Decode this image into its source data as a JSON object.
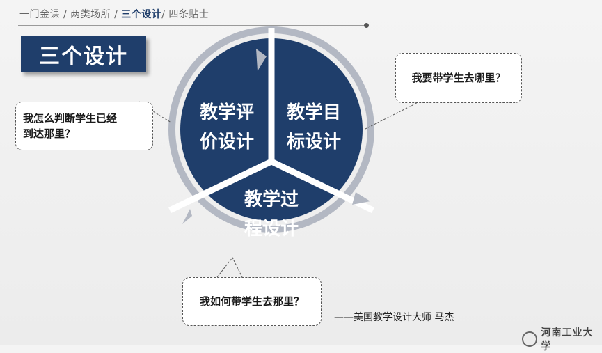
{
  "breadcrumb": {
    "part1": "一门金课 / 两类场所 / ",
    "current": "三个设计",
    "part2": "/ 四条贴士"
  },
  "title": "三个设计",
  "segments": {
    "evaluation": {
      "line1": "教学评",
      "line2": "价设计"
    },
    "objectives": {
      "line1": "教学目",
      "line2": "标设计"
    },
    "process": {
      "line1": "教学过",
      "line2": "程设计"
    }
  },
  "bubbles": {
    "where_to": "我要带学生去哪里？",
    "judge": {
      "line1": "我怎么判断学生已经",
      "line2": "到达那里？"
    },
    "how_to": "我如何带学生去那里？"
  },
  "attribution": "——美国教学设计大师  马杰",
  "logo": {
    "text": "河南工业大学"
  },
  "colors": {
    "navy": "#1f3e6b",
    "arrow_gray": "#b3b8c3"
  }
}
